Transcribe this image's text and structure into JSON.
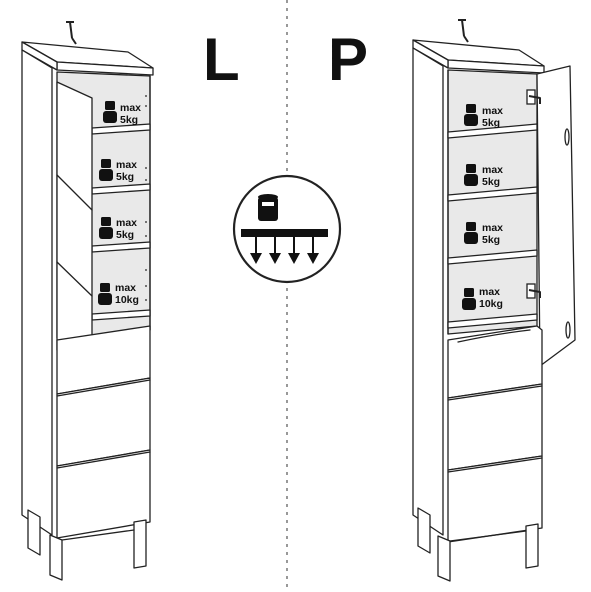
{
  "variants": {
    "left": "L",
    "right": "P"
  },
  "left_cabinet": {
    "shelves": [
      {
        "max_label": "max",
        "load": "5kg"
      },
      {
        "max_label": "max",
        "load": "5kg"
      },
      {
        "max_label": "max",
        "load": "5kg"
      },
      {
        "max_label": "max",
        "load": "10kg"
      }
    ]
  },
  "right_cabinet": {
    "shelves": [
      {
        "max_label": "max",
        "load": "5kg"
      },
      {
        "max_label": "max",
        "load": "5kg"
      },
      {
        "max_label": "max",
        "load": "5kg"
      },
      {
        "max_label": "max",
        "load": "10kg"
      }
    ]
  },
  "distributed_load_icon": "weight-distribution-icon",
  "colors": {
    "line": "#222222",
    "background": "#ffffff"
  }
}
